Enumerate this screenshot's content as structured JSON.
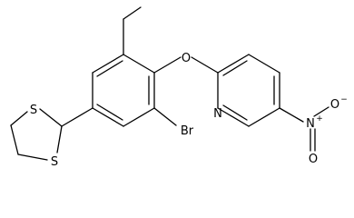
{
  "molecule": {
    "atoms": {
      "O_ether": "O",
      "N_pyridine": "N",
      "Br": "Br",
      "S_top": "S",
      "S_bottom": "S",
      "N_nitro": "N",
      "O_nitro_top": "O",
      "O_nitro_bottom": "O"
    },
    "charges": {
      "N_nitro": "+",
      "O_nitro_top": "−"
    }
  }
}
